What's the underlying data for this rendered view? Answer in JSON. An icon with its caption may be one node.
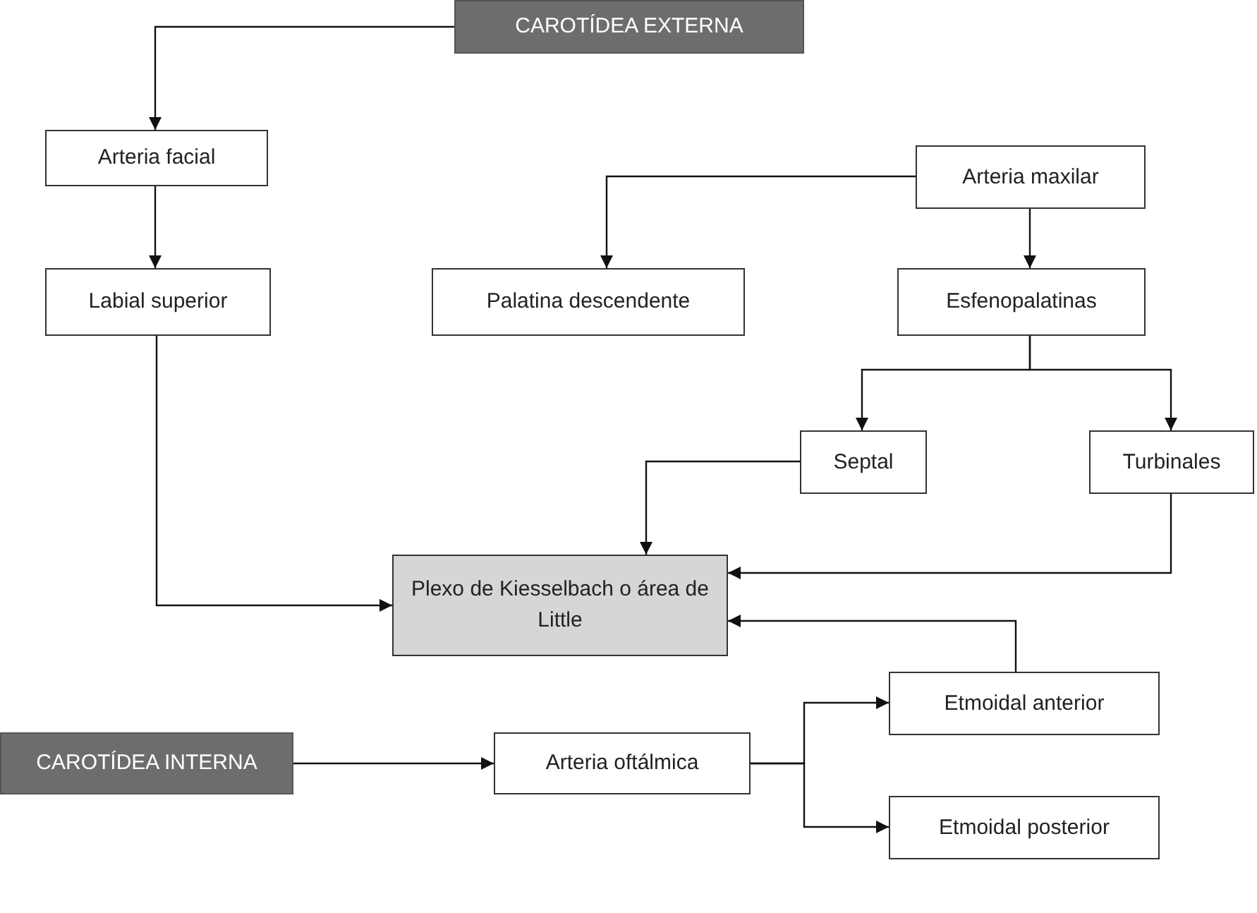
{
  "diagram": {
    "nodes": [
      {
        "text": [
          "CAROTÍDEA EXTERNA"
        ]
      },
      {
        "text": [
          "Arteria facial"
        ]
      },
      {
        "text": [
          "Labial superior"
        ]
      },
      {
        "text": [
          "Arteria maxilar"
        ]
      },
      {
        "text": [
          "Palatina descendente"
        ]
      },
      {
        "text": [
          "Esfenopalatinas"
        ]
      },
      {
        "text": [
          "Septal"
        ]
      },
      {
        "text": [
          "Turbinales"
        ]
      },
      {
        "text": [
          "Plexo de Kiesselbach o área de Little"
        ]
      },
      {
        "text": [
          "CAROTÍDEA INTERNA"
        ]
      },
      {
        "text": [
          "Arteria oftálmica"
        ]
      },
      {
        "text": [
          "Etmoidal anterior"
        ]
      },
      {
        "text": [
          "Etmoidal posterior"
        ]
      }
    ],
    "edges": [
      {
        "from": 0,
        "to": 1,
        "arrow": "to"
      },
      {
        "from": 1,
        "to": 2,
        "arrow": "to"
      },
      {
        "from": 3,
        "to": 4,
        "arrow": "to"
      },
      {
        "from": 3,
        "to": 5,
        "arrow": "to"
      },
      {
        "from": 5,
        "to": 6,
        "arrow": "to"
      },
      {
        "from": 5,
        "to": 7,
        "arrow": "to"
      },
      {
        "from": 6,
        "to": 8,
        "arrow": "to"
      },
      {
        "from": 7,
        "to": 8,
        "arrow": "to"
      },
      {
        "from": 2,
        "to": 8,
        "arrow": "to"
      },
      {
        "from": 11,
        "to": 8,
        "arrow": "to"
      },
      {
        "from": 9,
        "to": 10,
        "arrow": "to"
      },
      {
        "from": 10,
        "to": 11,
        "arrow": "to"
      },
      {
        "from": 10,
        "to": 12,
        "arrow": "to"
      }
    ]
  }
}
